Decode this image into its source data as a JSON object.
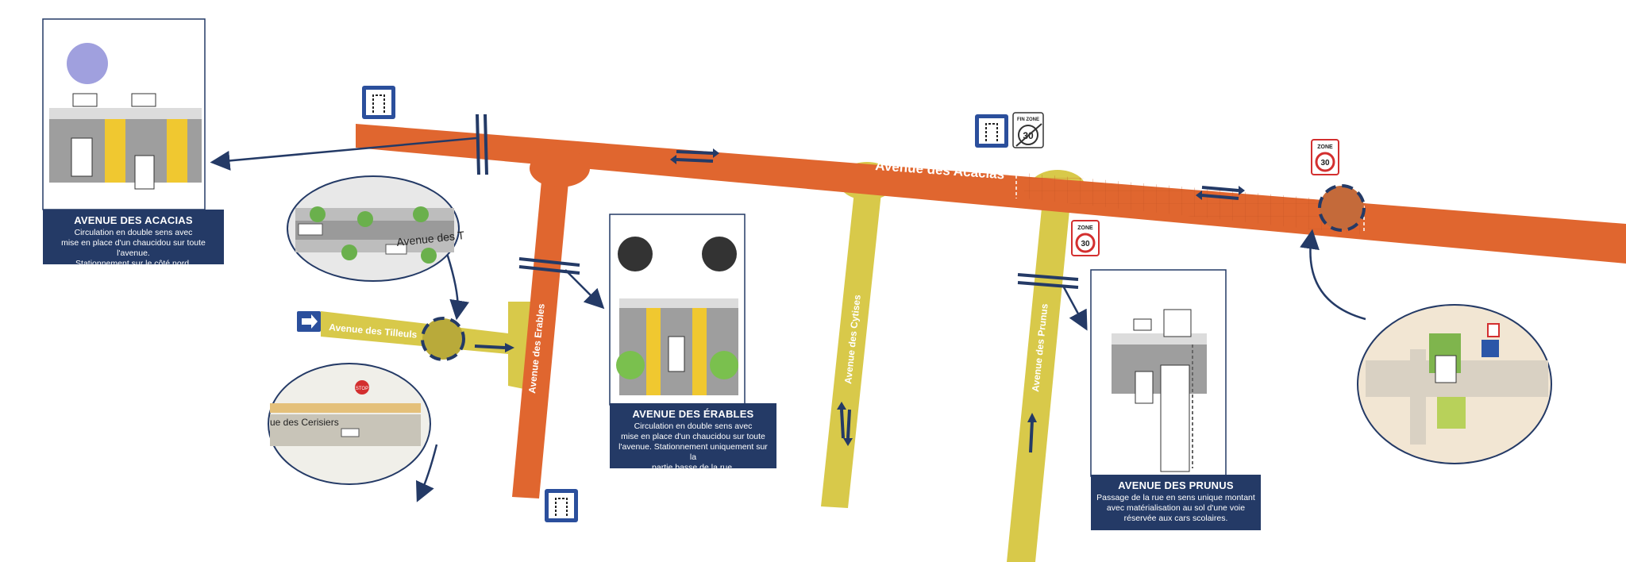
{
  "streets": {
    "acacias": "Avenue des Acacias",
    "erables": "Avenue des Erables",
    "tilleuls": "Avenue des Tilleuls",
    "cytises": "Avenue des Cytises",
    "prunus": "Avenue des Prunus"
  },
  "panels": {
    "acacias": {
      "title": "AVENUE DES ACACIAS",
      "desc1": "Circulation en double sens avec",
      "desc2": "mise en place d'un chaucidou sur toute l'avenue.",
      "desc3": "Stationnement sur le côté nord."
    },
    "erables": {
      "title": "AVENUE DES ÉRABLES",
      "desc1": "Circulation en double sens avec",
      "desc2": "mise en place d'un chaucidou sur toute",
      "desc3": "l'avenue. Stationnement uniquement sur la",
      "desc4": "partie basse de la rue."
    },
    "prunus": {
      "title": "AVENUE DES PRUNUS",
      "desc1": "Passage de la rue en sens unique montant",
      "desc2": "avec matérialisation au sol d'une voie",
      "desc3": "réservée aux cars scolaires."
    }
  },
  "signs": {
    "zone_word": "ZONE",
    "speed": "30",
    "fin_zone": "FIN ZONE",
    "stop": "STOP"
  },
  "insets": {
    "top_left_label": "Avenue des T",
    "bottom_left_label": "ue des Cerisiers"
  },
  "colors": {
    "orange": "#e0662f",
    "yellow": "#d8c94a",
    "navy": "#243a66",
    "background": "#ffffff"
  }
}
